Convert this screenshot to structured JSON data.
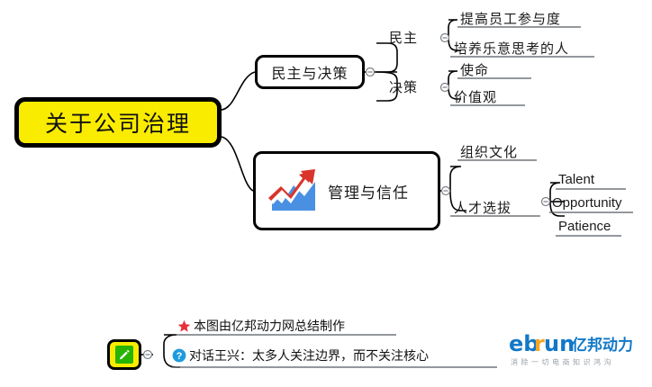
{
  "meta": {
    "diagram_type": "mind-map",
    "background": "#ffffff"
  },
  "root": {
    "label": "关于公司治理",
    "fill": "#faec00",
    "border": "#000000"
  },
  "branches": [
    {
      "id": "democracy-decision",
      "label": "民主与决策",
      "children": [
        {
          "label": "民主",
          "children": [
            {
              "label": "提高员工参与度"
            },
            {
              "label": "培养乐意思考的人"
            }
          ]
        },
        {
          "label": "决策",
          "children": [
            {
              "label": "使命"
            },
            {
              "label": "价值观"
            }
          ]
        }
      ]
    },
    {
      "id": "management-trust",
      "label": "管理与信任",
      "icon": "chart-increasing-icon",
      "children": [
        {
          "label": "组织文化"
        },
        {
          "label": "人才选拔",
          "children": [
            {
              "label": "Talent"
            },
            {
              "label": "Opportunity"
            },
            {
              "label": "Patience"
            }
          ]
        }
      ]
    }
  ],
  "footer": {
    "node_icon": "pencil-icon",
    "lines": [
      {
        "icon": "star-icon",
        "text": "本图由亿邦动力网总结制作"
      },
      {
        "icon": "question-mark-icon",
        "text": "对话王兴：太多人关注边界，而不关注核心"
      }
    ]
  },
  "logo": {
    "word_en": "ebrun",
    "word_cn": "亿邦动力",
    "tagline": "消除一切电商知识鸿沟",
    "color_blue": "#1278c8",
    "color_orange": "#f5a623"
  }
}
